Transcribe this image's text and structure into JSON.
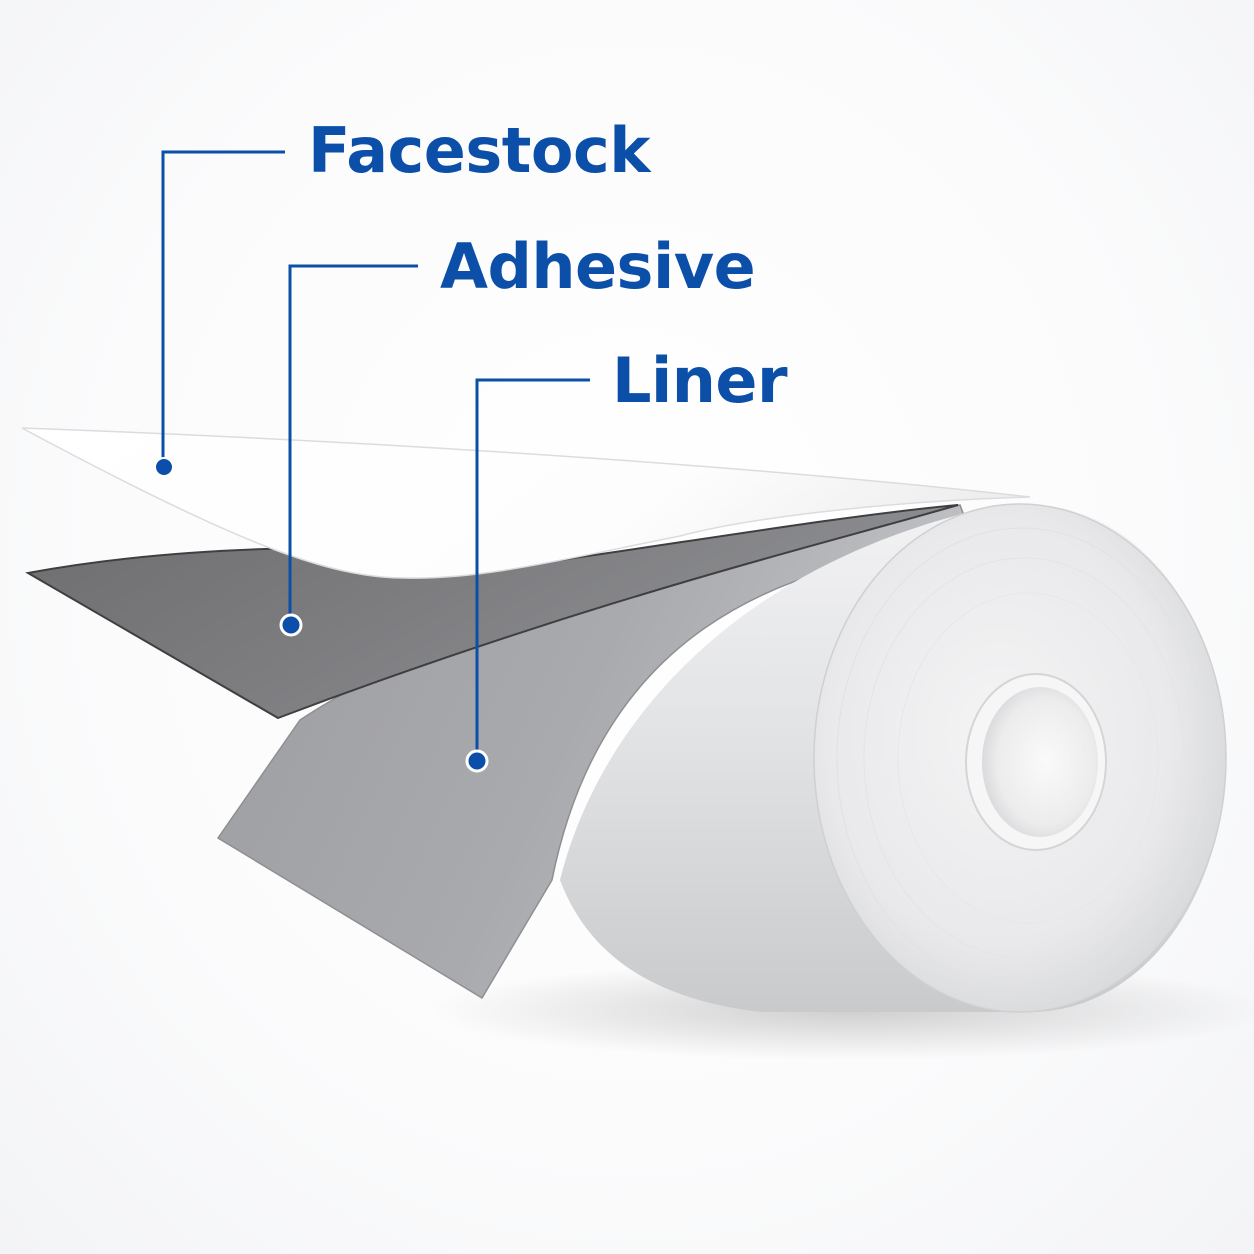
{
  "labels": {
    "facestock": "Facestock",
    "adhesive": "Adhesive",
    "liner": "Liner"
  },
  "colors": {
    "callout_blue": "#0b4fa8",
    "facestock": "#ffffff",
    "adhesive": "#7b7b7e",
    "liner": "#a6a7aa",
    "roll": "#e4e5e7",
    "core": "#f1f1f2"
  }
}
